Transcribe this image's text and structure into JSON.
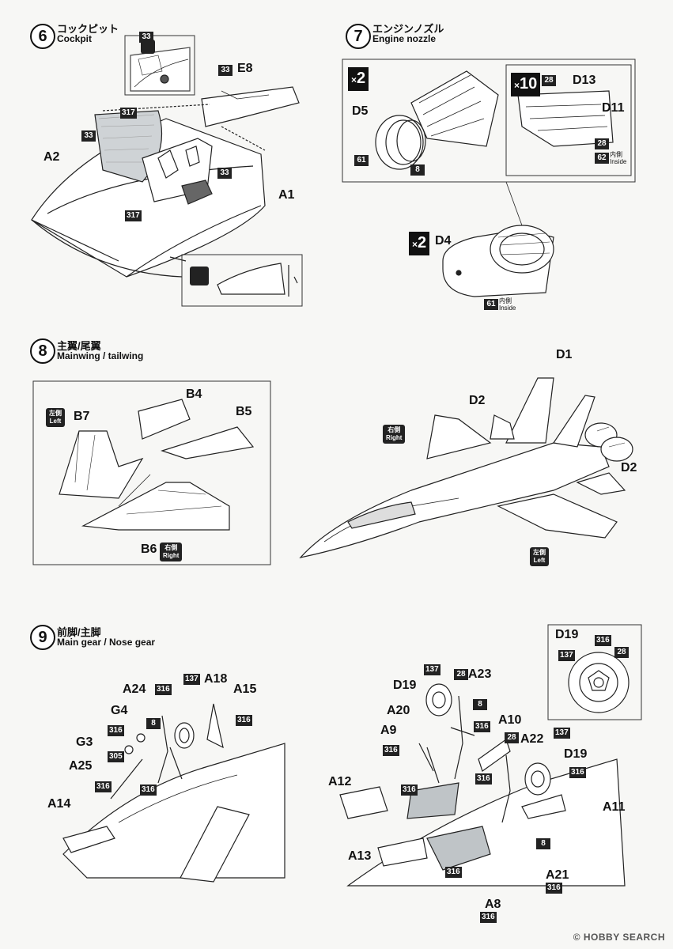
{
  "steps": {
    "s6": {
      "num": "6",
      "jp": "コックピット",
      "en": "Cockpit"
    },
    "s7": {
      "num": "7",
      "jp": "エンジンノズル",
      "en": "Engine nozzle"
    },
    "s8": {
      "num": "8",
      "jp": "主翼/尾翼",
      "en": "Mainwing / tailwing"
    },
    "s9": {
      "num": "9",
      "jp": "前脚/主脚",
      "en": "Main gear / Nose gear"
    }
  },
  "labels": {
    "E8": "E8",
    "A2": "A2",
    "A1": "A1",
    "D5": "D5",
    "D13": "D13",
    "D11": "D11",
    "D4": "D4",
    "B4": "B4",
    "B5": "B5",
    "B7": "B7",
    "B6": "B6",
    "D1": "D1",
    "D2a": "D2",
    "D2b": "D2",
    "A24": "A24",
    "A18": "A18",
    "A15": "A15",
    "G4": "G4",
    "G3": "G3",
    "A25": "A25",
    "A14": "A14",
    "D19a": "D19",
    "A23": "A23",
    "A20": "A20",
    "A9": "A9",
    "A10": "A10",
    "A22": "A22",
    "D19b": "D19",
    "A12": "A12",
    "A11": "A11",
    "A13": "A13",
    "A21": "A21",
    "A8": "A8",
    "D19c": "D19"
  },
  "paints": {
    "p33a": "33",
    "p317a": "317",
    "p33b": "33",
    "p33c": "33",
    "p317b": "317",
    "p61a": "61",
    "p8a": "8",
    "p28a": "28",
    "p28b": "28",
    "p62": "62",
    "p61b": "61",
    "p316a": "316",
    "p137a": "137",
    "p8b": "8",
    "p316b": "316",
    "p316c": "316",
    "p305": "305",
    "p316d": "316",
    "p316e": "316",
    "p137b": "137",
    "p28c": "28",
    "p8c": "8",
    "p316f": "316",
    "p316g": "316",
    "p28d": "28",
    "p137c": "137",
    "p316h": "316",
    "p316i": "316",
    "p316j": "316",
    "p8d": "8",
    "p316k": "316",
    "p316l": "316",
    "p137d": "137",
    "p316m": "316",
    "p28e": "28"
  },
  "multipliers": {
    "x2a": {
      "x": "×",
      "n": "2"
    },
    "x10": {
      "x": "×",
      "n": "10"
    },
    "x2b": {
      "x": "×",
      "n": "2"
    }
  },
  "sides": {
    "left_b7": {
      "jp": "左側",
      "en": "Left"
    },
    "right_b6": {
      "jp": "右側",
      "en": "Right"
    },
    "right_fus": {
      "jp": "右側",
      "en": "Right"
    },
    "left_fus": {
      "jp": "左側",
      "en": "Left"
    }
  },
  "notes": {
    "inside62": {
      "jp": "内側",
      "en": "Inside"
    },
    "inside61": {
      "jp": "内側",
      "en": "Inside"
    }
  },
  "watermark": "© HOBBY SEARCH"
}
